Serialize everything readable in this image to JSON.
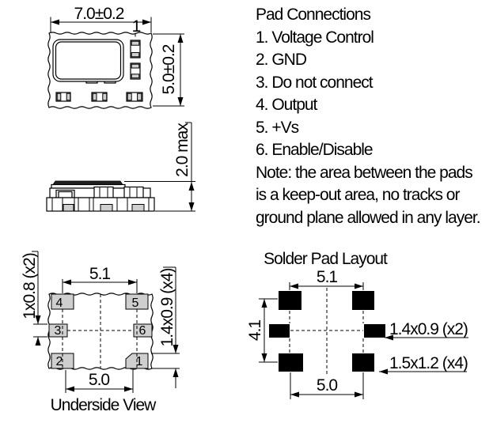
{
  "pad_connections": {
    "title": "Pad Connections",
    "items": [
      "1. Voltage Control",
      "2. GND",
      "3. Do not connect",
      "4. Output",
      "5. +Vs",
      "6. Enable/Disable"
    ],
    "note_lines": [
      "Note: the area between the pads",
      "is a keep-out area, no tracks or",
      "ground plane allowed in any layer."
    ]
  },
  "top_view": {
    "width_dim": "7.0±0.2",
    "height_dim": "5.0±0.2",
    "pin1_marker": "1"
  },
  "side_view": {
    "height_dim": "2.0 max"
  },
  "underside_view": {
    "caption": "Underside View",
    "top_pitch_dim": "5.1",
    "bottom_pitch_dim": "5.0",
    "side_pad_size_dim": "1x0.8 (x2)",
    "corner_pad_size_dim": "1.4x0.9 (x4)",
    "pad_numbers": {
      "p4": "4",
      "p5": "5",
      "p3": "3",
      "p6": "6",
      "p2": "2",
      "p1": "1"
    }
  },
  "solder_pad_layout": {
    "title": "Solder Pad Layout",
    "top_pitch_dim": "5.1",
    "bottom_pitch_dim": "5.0",
    "vertical_pitch_dim": "4.1",
    "side_pad_size_dim": "1.4x0.9 (x2)",
    "corner_pad_size_dim": "1.5x1.2 (x4)"
  },
  "colors": {
    "background": "#ffffff",
    "line": "#000000",
    "pad_fill": "#cfcfcf",
    "solder_pad_fill": "#000000",
    "lid_fill": "#222222"
  }
}
